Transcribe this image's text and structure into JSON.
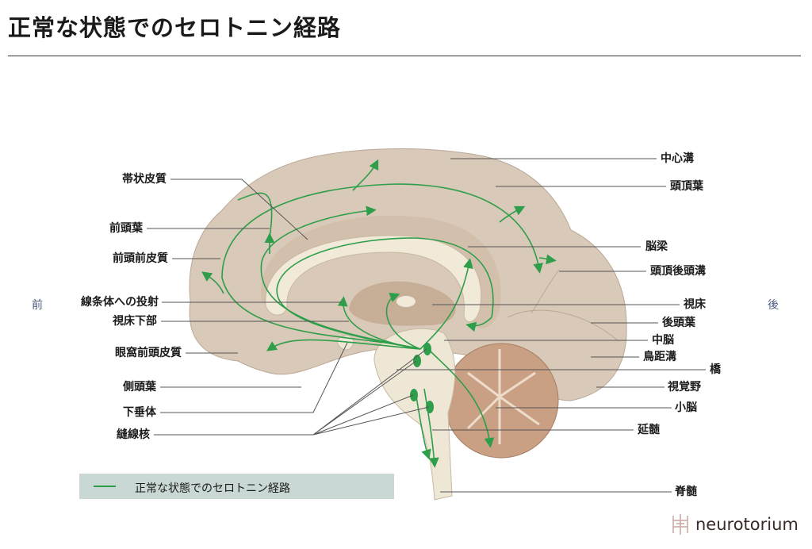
{
  "title": "正常な状態でのセロトニン経路",
  "directions": {
    "anterior": "前",
    "posterior": "後"
  },
  "labels_left": [
    "帯状皮質",
    "前頭葉",
    "前頭前皮質",
    "線条体への投射",
    "視床下部",
    "眼窩前頭皮質",
    "側頭葉",
    "下垂体",
    "縫線核"
  ],
  "labels_right": [
    "中心溝",
    "頭頂葉",
    "脳梁",
    "頭頂後頭溝",
    "視床",
    "後頭葉",
    "中脳",
    "鳥距溝",
    "橋",
    "視覚野",
    "小脳",
    "延髄",
    "脊髄"
  ],
  "legend": {
    "text": "正常な状態でのセロトニン経路",
    "color": "#2e9e4a"
  },
  "logo": {
    "text": "neurotorium"
  },
  "colors": {
    "cortex": "#d9c9b8",
    "pathway": "#2e9e4a",
    "cerebellum": "#c9a083",
    "direction": "#4a5d80"
  }
}
